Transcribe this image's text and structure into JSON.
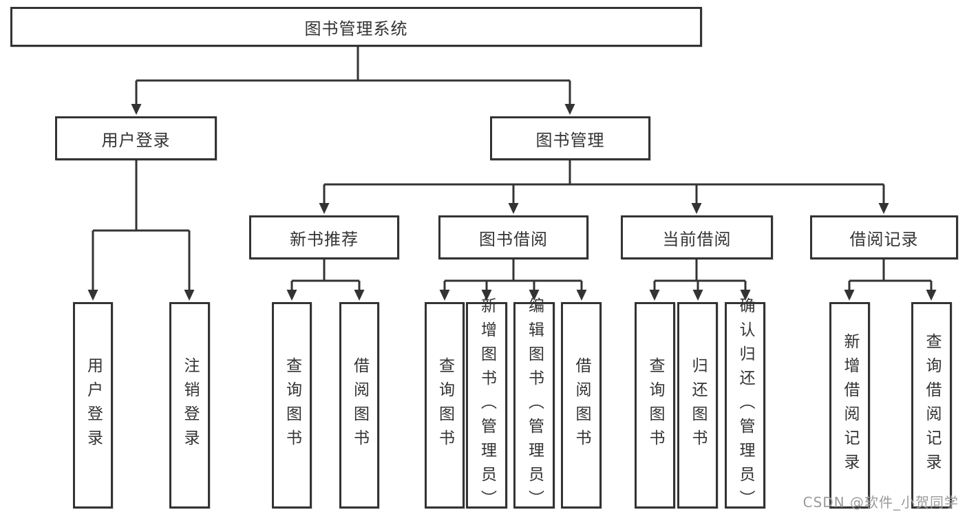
{
  "diagram": {
    "root": {
      "label": "图书管理系统"
    },
    "level2": [
      {
        "id": "user-login",
        "label": "用户登录"
      },
      {
        "id": "book-management",
        "label": "图书管理"
      }
    ],
    "level3": [
      {
        "id": "new-book-recommend",
        "label": "新书推荐",
        "parent": "book-management"
      },
      {
        "id": "book-borrow",
        "label": "图书借阅",
        "parent": "book-management"
      },
      {
        "id": "current-borrow",
        "label": "当前借阅",
        "parent": "book-management"
      },
      {
        "id": "borrow-records",
        "label": "借阅记录",
        "parent": "book-management"
      }
    ],
    "leaves": [
      {
        "id": "user-login-leaf",
        "label": "用户登录",
        "parent": "user-login"
      },
      {
        "id": "logout",
        "label": "注销登录",
        "parent": "user-login"
      },
      {
        "id": "query-books-recommend",
        "label": "查询图书",
        "parent": "new-book-recommend"
      },
      {
        "id": "borrow-books-recommend",
        "label": "借阅图书",
        "parent": "new-book-recommend"
      },
      {
        "id": "query-books-borrow",
        "label": "查询图书",
        "parent": "book-borrow"
      },
      {
        "id": "add-books-admin",
        "label": "新增图书（管理员）",
        "parent": "book-borrow"
      },
      {
        "id": "edit-books-admin",
        "label": "编辑图书（管理员）",
        "parent": "book-borrow"
      },
      {
        "id": "borrow-books",
        "label": "借阅图书",
        "parent": "book-borrow"
      },
      {
        "id": "query-books-current",
        "label": "查询图书",
        "parent": "current-borrow"
      },
      {
        "id": "return-books",
        "label": "归还图书",
        "parent": "current-borrow"
      },
      {
        "id": "confirm-return-admin",
        "label": "确认归还（管理员）",
        "parent": "current-borrow"
      },
      {
        "id": "add-borrow-record",
        "label": "新增借阅记录",
        "parent": "borrow-records"
      },
      {
        "id": "query-borrow-record",
        "label": "查询借阅记录",
        "parent": "borrow-records"
      }
    ]
  },
  "watermark": {
    "text": "CSDN @软件_小贺同学"
  },
  "colors": {
    "line": "#333333",
    "box_border": "#333333",
    "text": "#333333",
    "watermark": "#9a9a9a",
    "background": "#ffffff"
  }
}
